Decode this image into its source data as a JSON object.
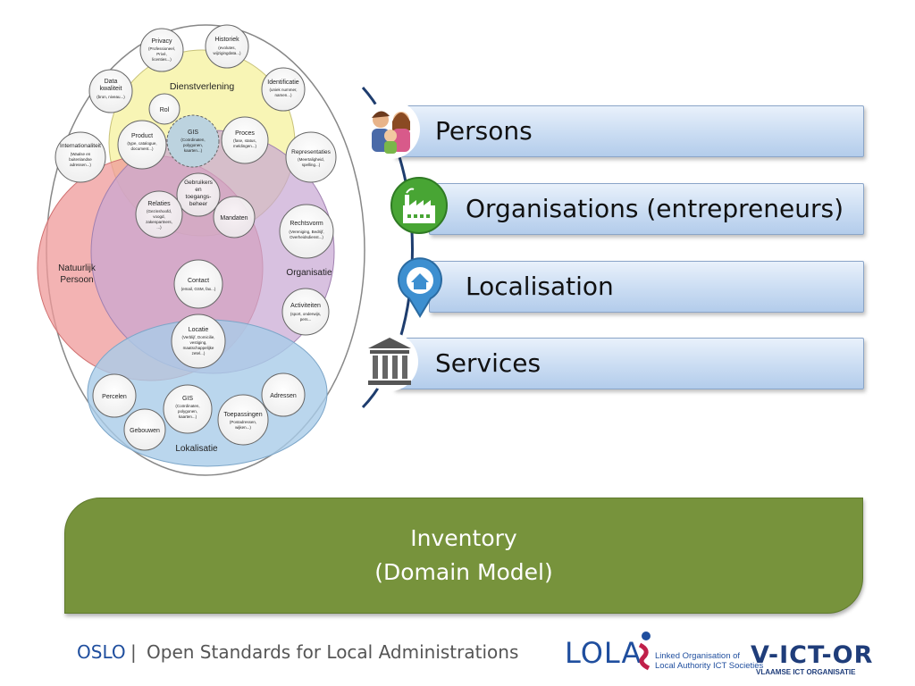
{
  "diagram": {
    "outer_circles": [
      {
        "title": "Privacy",
        "detail": "(Professioneel, Privé, licenties...)"
      },
      {
        "title": "Historiek",
        "detail": "(evolutes, wijzigingdata...)"
      },
      {
        "title": "Data kwaliteit",
        "detail": "(bron, niveau...)"
      },
      {
        "title": "Identificatie",
        "detail": "(uniek nummer, namen...)"
      },
      {
        "title": "Internationaliteit",
        "detail": "(Waalse en buitenlandse adressen...)"
      },
      {
        "title": "Representaties",
        "detail": "(Meertaligheid, spelling...)"
      }
    ],
    "areas": {
      "dienstverlening": "Dienstverlening",
      "natuurlijk_persoon": "Natuurlijk Persoon",
      "organisatie": "Organisatie",
      "lokalisatie": "Lokalisatie"
    },
    "inner_circles": {
      "rol": "Rol",
      "product": {
        "title": "Product",
        "detail": "(type, catalogue, document...)"
      },
      "gis_top": {
        "title": "GIS",
        "detail": "(Coördinaten, polygonen, kaarten...)"
      },
      "proces": {
        "title": "Proces",
        "detail": "(fase, status, meldingen...)"
      },
      "gebruikers": "Gebruikers en toegangs- beheer",
      "relaties": {
        "title": "Relaties",
        "detail": "(Gezinshoofd, voogd, zakenpartners, ...)"
      },
      "mandaten": "Mandaten",
      "rechtsvorm": {
        "title": "Rechtsvorm",
        "detail": "(Vereniging, Bedrijf, Overheidsdienst...)"
      },
      "contact": {
        "title": "Contact",
        "detail": "(email, GSM, fax...)"
      },
      "activiteiten": {
        "title": "Activiteiten",
        "detail": "(sport, onderwijs, pers...)"
      },
      "locatie": {
        "title": "Locatie",
        "detail": "(Verblijf, Domicilie, vestiging, maatschappelijke zetel...)"
      },
      "percelen": "Percelen",
      "gis_bottom": {
        "title": "GIS",
        "detail": "(Coördinaten, polygonen, kaarten...)"
      },
      "adressen": "Adressen",
      "gebouwen": "Gebouwen",
      "toepassingen": {
        "title": "Toepassingen",
        "detail": "(Postadressen, wijken...)"
      }
    }
  },
  "bars": [
    {
      "label": "Persons",
      "icon": "family-icon"
    },
    {
      "label": "Organisations (entrepreneurs)",
      "icon": "factory-icon"
    },
    {
      "label": "Localisation",
      "icon": "map-pin-house-icon"
    },
    {
      "label": "Services",
      "icon": "government-building-icon"
    }
  ],
  "inventory": {
    "line1": "Inventory",
    "line2": "(Domain Model)"
  },
  "footer": {
    "oslo": "OSLO",
    "separator": "|",
    "subtitle": "Open Standards for Local Administrations",
    "lola": "LOLA",
    "lola_sub1": "Linked Organisation of",
    "lola_sub2": "Local Authority ICT Societies",
    "victor": "V-ICT-OR",
    "victor_sub": "VLAAMSE ICT ORGANISATIE"
  },
  "colors": {
    "yellow_area": "#f7f3a8",
    "red_area": "#ef9a9a",
    "purple_area": "#c7a6d3",
    "blue_area": "#a9cce8",
    "inventory_green": "#77933c",
    "bar_blue": "#cfe0f4",
    "text_blue": "#1f4e9e"
  }
}
